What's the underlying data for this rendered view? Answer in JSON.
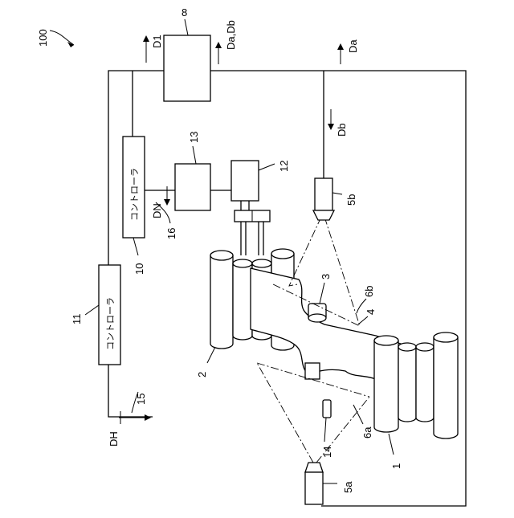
{
  "figure": {
    "number": "100"
  },
  "refs": {
    "r8": "8",
    "r12": "12",
    "r13": "13",
    "r10": "10",
    "r11": "11",
    "r15": "15",
    "r16": "16",
    "r14": "14",
    "r1": "1",
    "r2": "2",
    "r3": "3",
    "r4": "4",
    "r5a": "5a",
    "r5b": "5b",
    "r6a": "6a",
    "r6b": "6b"
  },
  "signals": {
    "d1": "D1",
    "dadb": "Da,Db",
    "da": "Da",
    "db": "Db",
    "dn": "DN",
    "dh": "DH"
  },
  "boxes": {
    "controller_10": "コントローラ",
    "controller_11": "コントローラ"
  }
}
